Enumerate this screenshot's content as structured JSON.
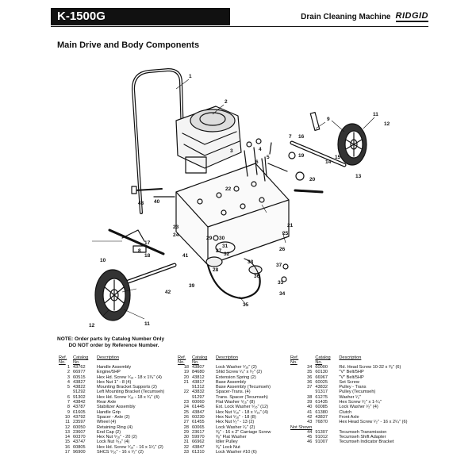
{
  "header": {
    "model": "K-1500G",
    "title": "Drain Cleaning Machine",
    "brand": "RIDGID"
  },
  "section_title": "Main Drive and Body Components",
  "callouts": {
    "c1": "1",
    "c2": "2",
    "c3": "3",
    "c4": "4",
    "c5": "5",
    "c6": "6",
    "c7": "7",
    "c8": "8",
    "c9": "9",
    "c10": "10",
    "c11a": "11",
    "c11b": "11",
    "c12a": "12",
    "c12b": "12",
    "c13": "13",
    "c14": "14",
    "c15": "15",
    "c16": "16",
    "c17": "17",
    "c18": "18",
    "c19": "19",
    "c20": "20",
    "c21": "21",
    "c22": "22",
    "c23": "23",
    "c24": "24",
    "c25": "25",
    "c26": "26",
    "c27": "27",
    "c28": "28",
    "c29": "29",
    "c30": "30",
    "c31": "31",
    "c32": "32",
    "c33": "33",
    "c34": "34",
    "c35": "35",
    "c36": "36",
    "c37": "37",
    "c38": "38",
    "c39": "39",
    "c40": "40",
    "c41": "41",
    "c42": "42",
    "c43": "43"
  },
  "note": {
    "line1": "NOTE: Order parts by Catalog Number Only",
    "line2": "        DO NOT order by Reference Number."
  },
  "table_headers": {
    "ref": "Ref.\nNo.",
    "catalog": "Catalog\nNo.",
    "description": "Description"
  },
  "parts_col1": [
    {
      "ref": "1",
      "cat": "43762",
      "desc": "Handle Assembly"
    },
    {
      "ref": "2",
      "cat": "66977",
      "desc": "Engine/5HP"
    },
    {
      "ref": "3",
      "cat": "60515",
      "desc": "Hex Hd. Screw ⁵⁄₁₆ - 18 x 1³⁄₄\" (4)"
    },
    {
      "ref": "4",
      "cat": "43827",
      "desc": "Hex Nut 1\" - 8 (4)"
    },
    {
      "ref": "5",
      "cat": "43822",
      "desc": "Mounting Bracket Supports (2)"
    },
    {
      "ref": "",
      "cat": "91292",
      "desc": "Left Mounting Bracket (Tecumseh)"
    },
    {
      "ref": "6",
      "cat": "91302",
      "desc": "Hex Hd. Screw ⁵⁄₁₆ - 18 x ³⁄₄\" (4)"
    },
    {
      "ref": "7",
      "cat": "43842",
      "desc": "Rear Axle"
    },
    {
      "ref": "8",
      "cat": "43787",
      "desc": "Stabilizer Assembly"
    },
    {
      "ref": "9",
      "cat": "61605",
      "desc": "Handle Grip"
    },
    {
      "ref": "10",
      "cat": "43792",
      "desc": "Spacer - Axle (2)"
    },
    {
      "ref": "11",
      "cat": "23597",
      "desc": "Wheel (4)"
    },
    {
      "ref": "12",
      "cat": "60050",
      "desc": "Retaining Ring (4)"
    },
    {
      "ref": "13",
      "cat": "23607",
      "desc": "End Cap (2)"
    },
    {
      "ref": "14",
      "cat": "60370",
      "desc": "Hex Nut ⁵⁄₁₆\" - 20 (2)"
    },
    {
      "ref": "15",
      "cat": "43747",
      "desc": "Lock Nut ⁵⁄₁₆\" (4)"
    },
    {
      "ref": "16",
      "cat": "60805",
      "desc": "Hex Hd. Screw ⁵⁄₁₆\" - 16 x 1¹⁄₂\" (2)"
    },
    {
      "ref": "17",
      "cat": "96900",
      "desc": "SHCS ⁵⁄₁₆\" - 16 x ¹⁄₂\" (2)"
    }
  ],
  "parts_col2": [
    {
      "ref": "18",
      "cat": "43807",
      "desc": "Lock Washer ⁵⁄₁₆\" (2)"
    },
    {
      "ref": "19",
      "cat": "84680",
      "desc": "Shld Screw ¹⁄₄\" x ¹⁄₂\" (2)"
    },
    {
      "ref": "20",
      "cat": "43812",
      "desc": "Extension Spring (2)"
    },
    {
      "ref": "21",
      "cat": "43817",
      "desc": "Base Assembly"
    },
    {
      "ref": "",
      "cat": "91312",
      "desc": "Base Assembly (Tecumseh)"
    },
    {
      "ref": "22",
      "cat": "43832",
      "desc": "Spacer-Trans. (4)"
    },
    {
      "ref": "",
      "cat": "91297",
      "desc": "Trans. Spacer (Tecumseh)"
    },
    {
      "ref": "23",
      "cat": "60060",
      "desc": "Flat Washer ⁵⁄₁₆\" (8)"
    },
    {
      "ref": "24",
      "cat": "61445",
      "desc": "Ext. Lock Washer ⁵⁄₁₆\" (12)"
    },
    {
      "ref": "25",
      "cat": "43847",
      "desc": "Hex Nut ⁵⁄₁₆\" - 18 x ⁵⁄₁₆\" (4)"
    },
    {
      "ref": "26",
      "cat": "60230",
      "desc": "Hex Nut ⁵⁄₁₆\" - 18 (8)"
    },
    {
      "ref": "27",
      "cat": "61455",
      "desc": "Hex Nut ¹⁄₂\" - 13 (2)"
    },
    {
      "ref": "28",
      "cat": "60065",
      "desc": "Lock Washer ¹⁄₂\" (2)"
    },
    {
      "ref": "29",
      "cat": "23617",
      "desc": "³⁄₈\" - 16 x 2\" Carriage Screw"
    },
    {
      "ref": "30",
      "cat": "59970",
      "desc": "³⁄₈\" Flat Washer"
    },
    {
      "ref": "31",
      "cat": "66962",
      "desc": "Idler Pulley"
    },
    {
      "ref": "32",
      "cat": "43847",
      "desc": "³⁄₈\" Lock Nut"
    },
    {
      "ref": "33",
      "cat": "61310",
      "desc": "Lock Washer #10 (6)"
    }
  ],
  "parts_col3": [
    {
      "ref": "34",
      "cat": "60000",
      "desc": "Rd. Head Screw 10-32 x ³⁄₈\" (6)"
    },
    {
      "ref": "35",
      "cat": "60130",
      "desc": "\"V\" Belt/5HP"
    },
    {
      "ref": "36",
      "cat": "66967",
      "desc": "\"V\" Belt/5HP"
    },
    {
      "ref": "36",
      "cat": "60025",
      "desc": "Set Screw"
    },
    {
      "ref": "37",
      "cat": "43832",
      "desc": "Pulley - Trans"
    },
    {
      "ref": "",
      "cat": "91317",
      "desc": "Pulley (Tecumseh)"
    },
    {
      "ref": "38",
      "cat": "61275",
      "desc": "Washer ¹⁄₂\""
    },
    {
      "ref": "39",
      "cat": "61435",
      "desc": "Hex Screw ¹⁄₂\" x 1-¹⁄₄\""
    },
    {
      "ref": "40",
      "cat": "60085",
      "desc": "Lock Washer ¹⁄₂\" (4)"
    },
    {
      "ref": "41",
      "cat": "61380",
      "desc": "Clutch"
    },
    {
      "ref": "42",
      "cat": "43837",
      "desc": "Front Axle"
    },
    {
      "ref": "43",
      "cat": "76870",
      "desc": "Hex Head Screw ¹⁄₂\" - 16 x 2¹⁄₄\" (6)"
    },
    {
      "ref": "Not Shown",
      "cat": "",
      "desc": ""
    },
    {
      "ref": "44",
      "cat": "91307",
      "desc": "Tecumseh Transmission"
    },
    {
      "ref": "45",
      "cat": "91012",
      "desc": "Tecumseh Shift Adapter"
    },
    {
      "ref": "46",
      "cat": "91007",
      "desc": "Tecumseh Indicator Bracket"
    }
  ]
}
